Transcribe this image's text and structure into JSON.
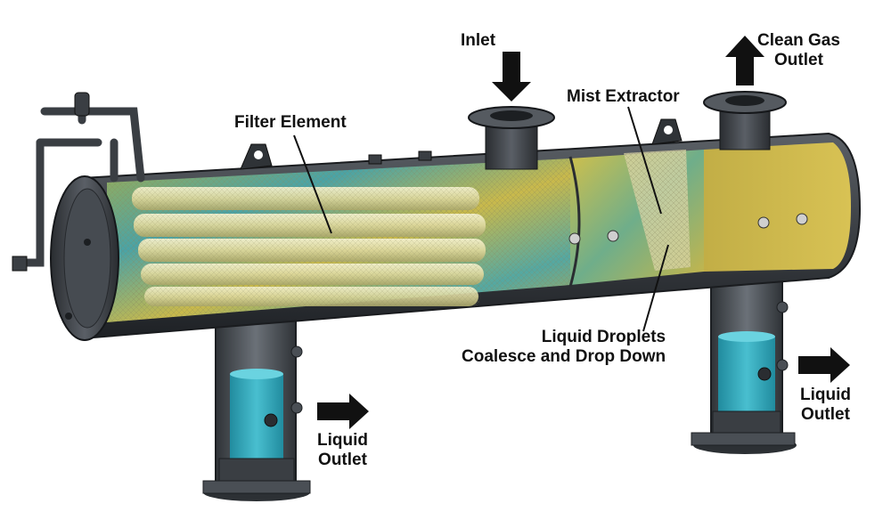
{
  "labels": {
    "inlet": "Inlet",
    "clean_gas_outlet": [
      "Clean Gas",
      "Outlet"
    ],
    "mist_extractor": "Mist Extractor",
    "filter_element": "Filter Element",
    "liquid_droplets": [
      "Liquid Droplets",
      "Coalesce and Drop Down"
    ],
    "liquid_outlet_left": [
      "Liquid",
      "Outlet"
    ],
    "liquid_outlet_right": [
      "Liquid",
      "Outlet"
    ]
  },
  "colors": {
    "vessel_steel": "#3d4146",
    "vessel_dark": "#23262a",
    "vessel_light": "#6a7077",
    "filter_yellow": "#c8b84a",
    "filter_teal": "#3c9aa0",
    "filter_tube": "#e6e3b8",
    "liquid_water": "#2fb0c4",
    "arrow": "#111111"
  }
}
